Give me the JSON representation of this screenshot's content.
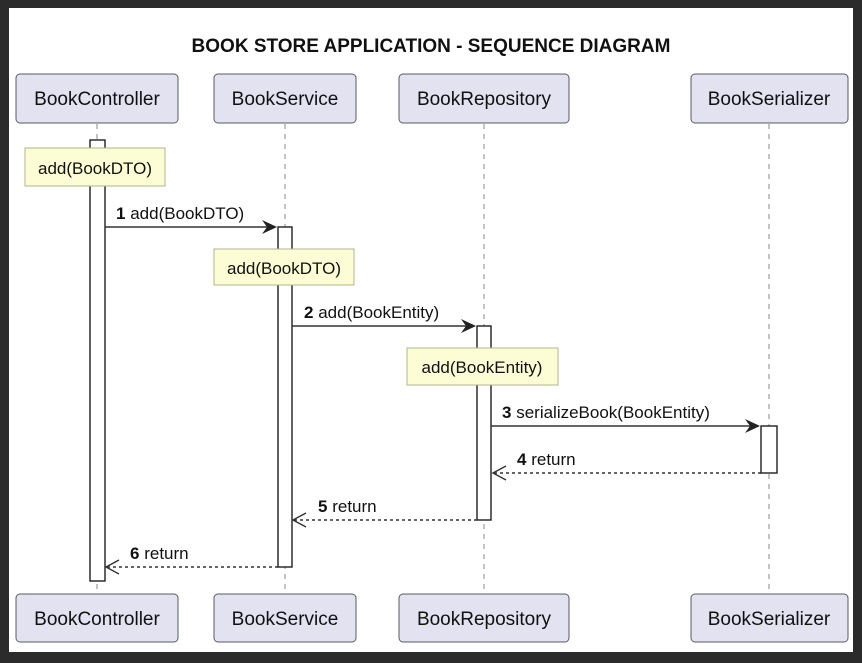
{
  "diagram": {
    "title": "BOOK STORE APPLICATION - SEQUENCE DIAGRAM",
    "participants": [
      {
        "id": "controller",
        "label": "BookController"
      },
      {
        "id": "service",
        "label": "BookService"
      },
      {
        "id": "repository",
        "label": "BookRepository"
      },
      {
        "id": "serializer",
        "label": "BookSerializer"
      }
    ],
    "notes": [
      {
        "on": "controller",
        "text": "add(BookDTO)"
      },
      {
        "on": "service",
        "text": "add(BookDTO)"
      },
      {
        "on": "repository",
        "text": "add(BookEntity)"
      }
    ],
    "messages": [
      {
        "number": "1",
        "text": "add(BookDTO)",
        "from": "controller",
        "to": "service",
        "kind": "call"
      },
      {
        "number": "2",
        "text": "add(BookEntity)",
        "from": "service",
        "to": "repository",
        "kind": "call"
      },
      {
        "number": "3",
        "text": "serializeBook(BookEntity)",
        "from": "repository",
        "to": "serializer",
        "kind": "call"
      },
      {
        "number": "4",
        "text": "return",
        "from": "serializer",
        "to": "repository",
        "kind": "return"
      },
      {
        "number": "5",
        "text": "return",
        "from": "repository",
        "to": "service",
        "kind": "return"
      },
      {
        "number": "6",
        "text": "return",
        "from": "service",
        "to": "controller",
        "kind": "return"
      }
    ]
  }
}
